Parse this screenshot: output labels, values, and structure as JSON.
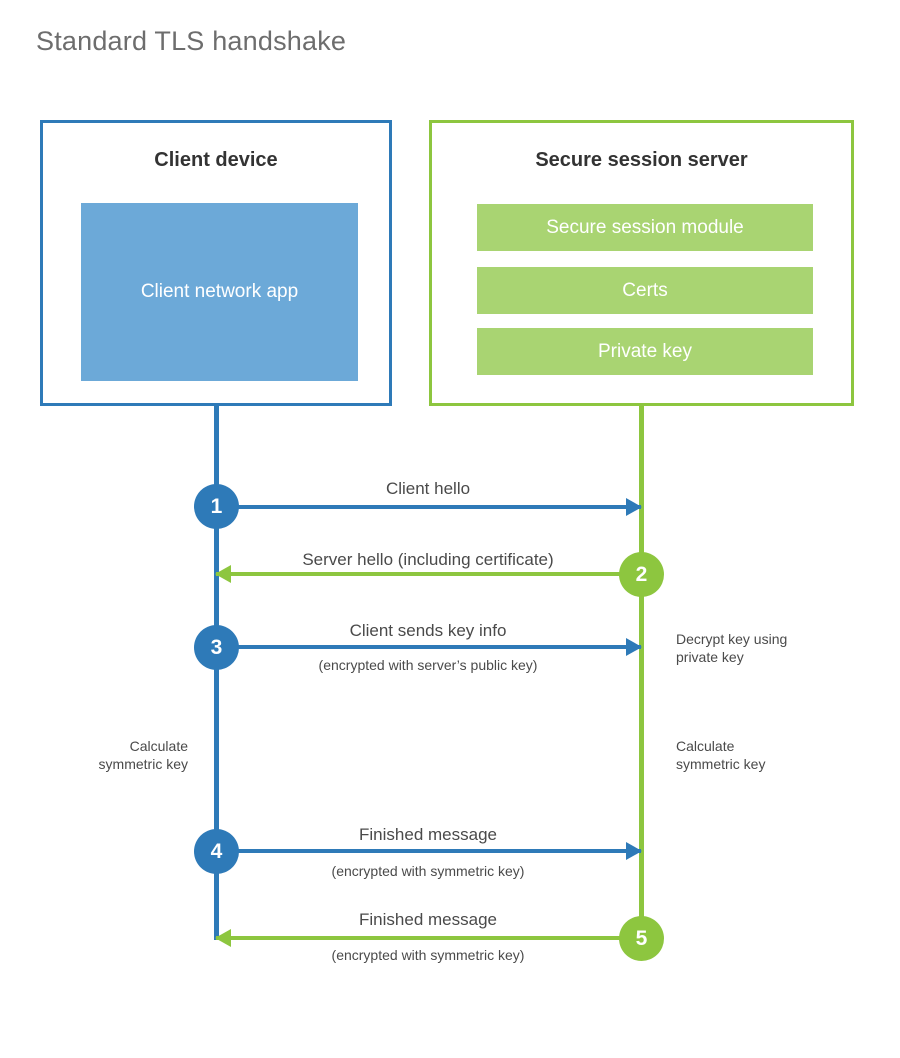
{
  "title": "Standard TLS handshake",
  "colors": {
    "client_accent": "#2E7AB8",
    "client_fill": "#6CA9D8",
    "server_accent": "#8DC63F",
    "server_fill": "#A9D472",
    "text": "#4a4a4a",
    "title_text": "#6d6d6d",
    "background": "#ffffff"
  },
  "parties": {
    "client": {
      "title": "Client device",
      "blocks": [
        {
          "label": "Client network app"
        }
      ]
    },
    "server": {
      "title": "Secure session server",
      "blocks": [
        {
          "label": "Secure session module"
        },
        {
          "label": "Certs"
        },
        {
          "label": "Private key"
        }
      ]
    }
  },
  "steps": [
    {
      "number": "1",
      "label": "Client hello",
      "sublabel": "",
      "direction": "client-to-server",
      "color": "blue"
    },
    {
      "number": "2",
      "label": "Server hello (including certificate)",
      "sublabel": "",
      "direction": "server-to-client",
      "color": "green"
    },
    {
      "number": "3",
      "label": "Client sends key info",
      "sublabel": "(encrypted with server’s public key)",
      "direction": "client-to-server",
      "color": "blue"
    },
    {
      "number": "4",
      "label": "Finished message",
      "sublabel": "(encrypted with symmetric key)",
      "direction": "client-to-server",
      "color": "blue"
    },
    {
      "number": "5",
      "label": "Finished message",
      "sublabel": "(encrypted with symmetric key)",
      "direction": "server-to-client",
      "color": "green"
    }
  ],
  "notes": {
    "server_decrypt": "Decrypt key using\nprivate key",
    "client_calculate": "Calculate\nsymmetric key",
    "server_calculate": "Calculate\nsymmetric key"
  }
}
